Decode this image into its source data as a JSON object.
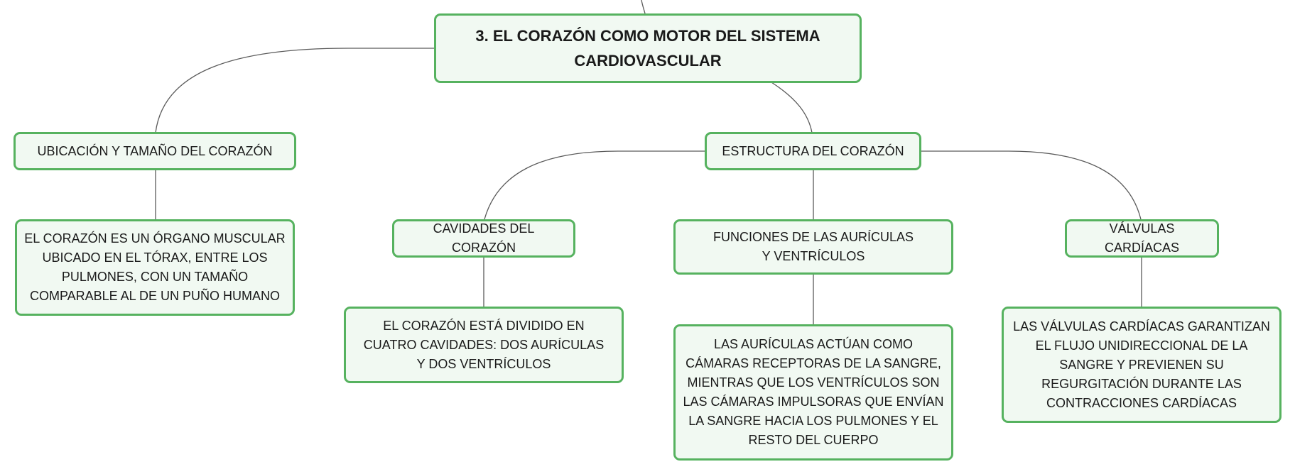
{
  "root": {
    "title": "3. EL CORAZÓN COMO MOTOR DEL SISTEMA CARDIOVASCULAR"
  },
  "ubicacion": {
    "title": "UBICACIÓN Y TAMAÑO DEL CORAZÓN",
    "detail": "EL CORAZÓN ES UN ÓRGANO MUSCULAR UBICADO EN EL TÓRAX, ENTRE LOS PULMONES, CON UN TAMAÑO COMPARABLE AL DE UN PUÑO HUMANO"
  },
  "estructura": {
    "title": "ESTRUCTURA DEL CORAZÓN",
    "cavidades": {
      "title": "CAVIDADES DEL CORAZÓN",
      "detail": "EL CORAZÓN ESTÁ DIVIDIDO EN CUATRO CAVIDADES: DOS AURÍCULAS Y DOS VENTRÍCULOS"
    },
    "funciones": {
      "title": "FUNCIONES DE LAS AURÍCULAS Y VENTRÍCULOS",
      "detail": "LAS AURÍCULAS ACTÚAN COMO CÁMARAS RECEPTORAS DE LA SANGRE, MIENTRAS QUE LOS VENTRÍCULOS SON LAS CÁMARAS IMPULSORAS QUE ENVÍAN LA SANGRE HACIA LOS PULMONES Y EL RESTO DEL CUERPO"
    },
    "valvulas": {
      "title": "VÁLVULAS CARDÍACAS",
      "detail": "LAS VÁLVULAS CARDÍACAS GARANTIZAN EL FLUJO UNIDIRECCIONAL DE LA SANGRE Y PREVIENEN SU REGURGITACIÓN DURANTE LAS CONTRACCIONES CARDÍACAS"
    }
  }
}
